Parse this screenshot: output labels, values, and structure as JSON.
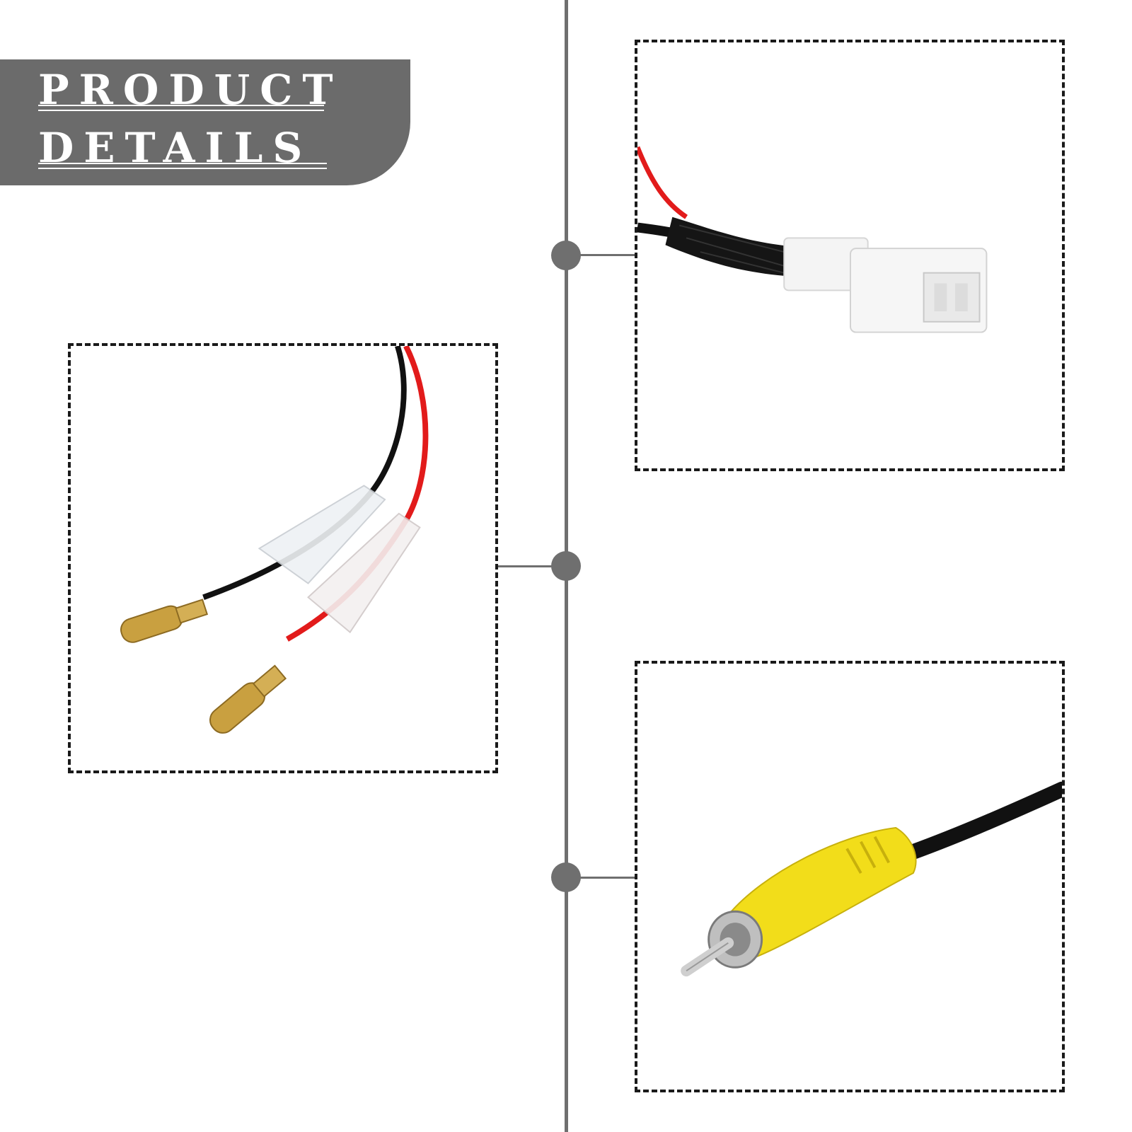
{
  "header": {
    "line1": "PRODUCT",
    "line2": "DETAILS"
  },
  "colors": {
    "banner": "#6b6b6b",
    "spine": "#6f6f6f",
    "frame_border": "#1a1a1a",
    "wire_red": "#e21b1b",
    "wire_black": "#111111",
    "connector_white": "#f4f4f4",
    "rca_yellow": "#f2dd1a",
    "brass": "#c9a040"
  },
  "panels": [
    {
      "subject": "white-2-pin-connector"
    },
    {
      "subject": "bullet-terminals-red-black-wires"
    },
    {
      "subject": "yellow-rca-plug"
    }
  ]
}
